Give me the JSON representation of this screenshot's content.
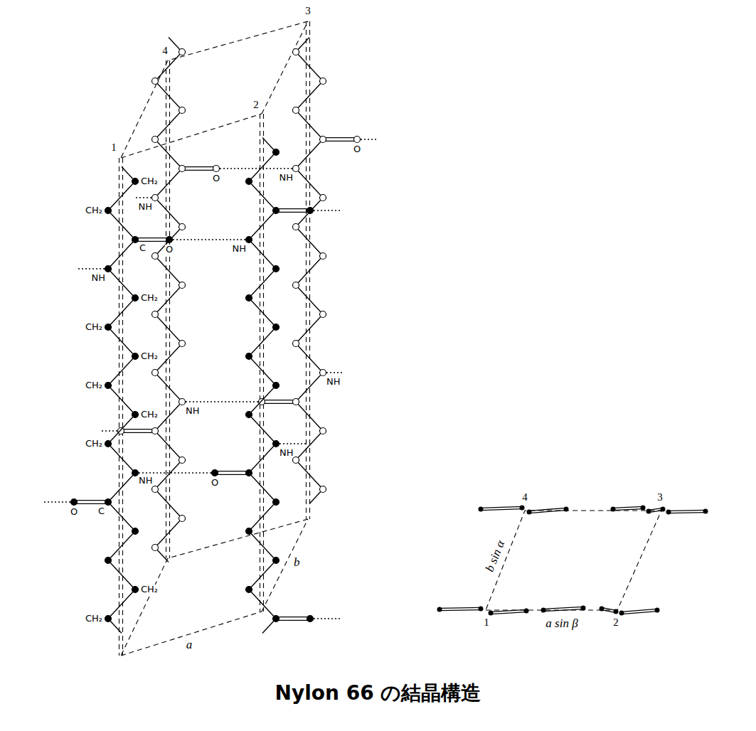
{
  "diagram": {
    "caption": "Nylon 66 の結晶構造",
    "labels": [
      "4",
      "3",
      "1",
      "2",
      "O",
      "NH",
      "O",
      "NH",
      "CH₂",
      "CH₂",
      "C",
      "O",
      "NH",
      "NH",
      "CH₂",
      "CH₂",
      "CH₂",
      "CH₂",
      "NH",
      "NH",
      "CH₂",
      "CH₂",
      "O",
      "NH",
      "NH",
      "O",
      "C",
      "CH₂",
      "CH₂",
      "b",
      "a",
      "4",
      "3",
      "b sin α",
      "1",
      "a sin β",
      "2"
    ]
  }
}
